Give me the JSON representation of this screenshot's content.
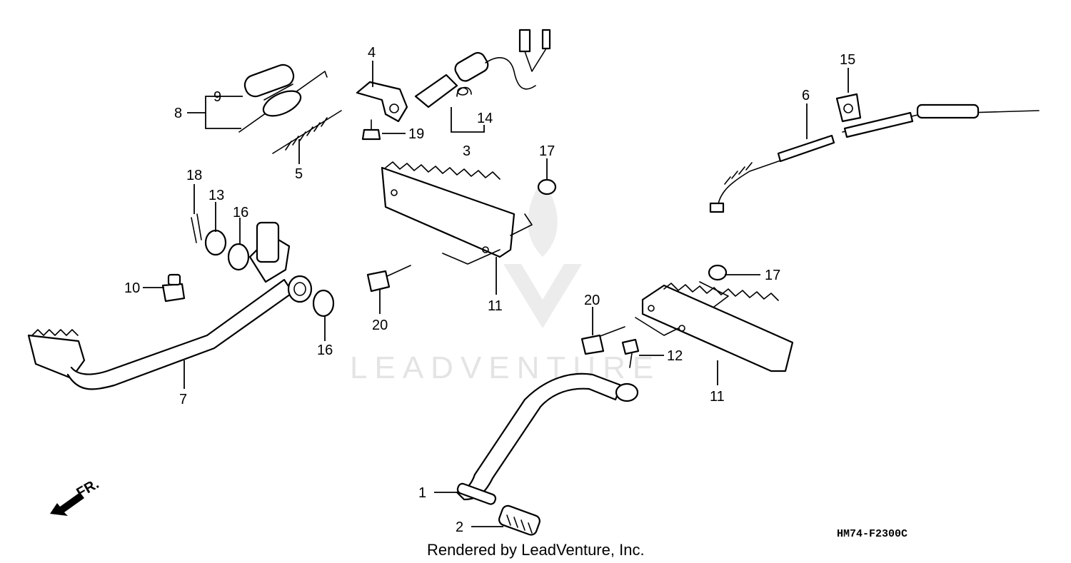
{
  "watermark": {
    "brand": "LEADVENTURE"
  },
  "callouts": [
    {
      "id": "c1",
      "label": "1"
    },
    {
      "id": "c2",
      "label": "2"
    },
    {
      "id": "c3",
      "label": "3"
    },
    {
      "id": "c4",
      "label": "4"
    },
    {
      "id": "c5",
      "label": "5"
    },
    {
      "id": "c6",
      "label": "6"
    },
    {
      "id": "c7",
      "label": "7"
    },
    {
      "id": "c8",
      "label": "8"
    },
    {
      "id": "c9",
      "label": "9"
    },
    {
      "id": "c10",
      "label": "10"
    },
    {
      "id": "c11a",
      "label": "11"
    },
    {
      "id": "c11b",
      "label": "11"
    },
    {
      "id": "c12",
      "label": "12"
    },
    {
      "id": "c13",
      "label": "13"
    },
    {
      "id": "c14",
      "label": "14"
    },
    {
      "id": "c15",
      "label": "15"
    },
    {
      "id": "c16a",
      "label": "16"
    },
    {
      "id": "c16b",
      "label": "16"
    },
    {
      "id": "c17a",
      "label": "17"
    },
    {
      "id": "c17b",
      "label": "17"
    },
    {
      "id": "c18",
      "label": "18"
    },
    {
      "id": "c19",
      "label": "19"
    },
    {
      "id": "c20a",
      "label": "20"
    },
    {
      "id": "c20b",
      "label": "20"
    }
  ],
  "direction_marker": {
    "label": "FR."
  },
  "diagram_code": "HM74-F2300C",
  "credit": "Rendered by LeadVenture, Inc."
}
